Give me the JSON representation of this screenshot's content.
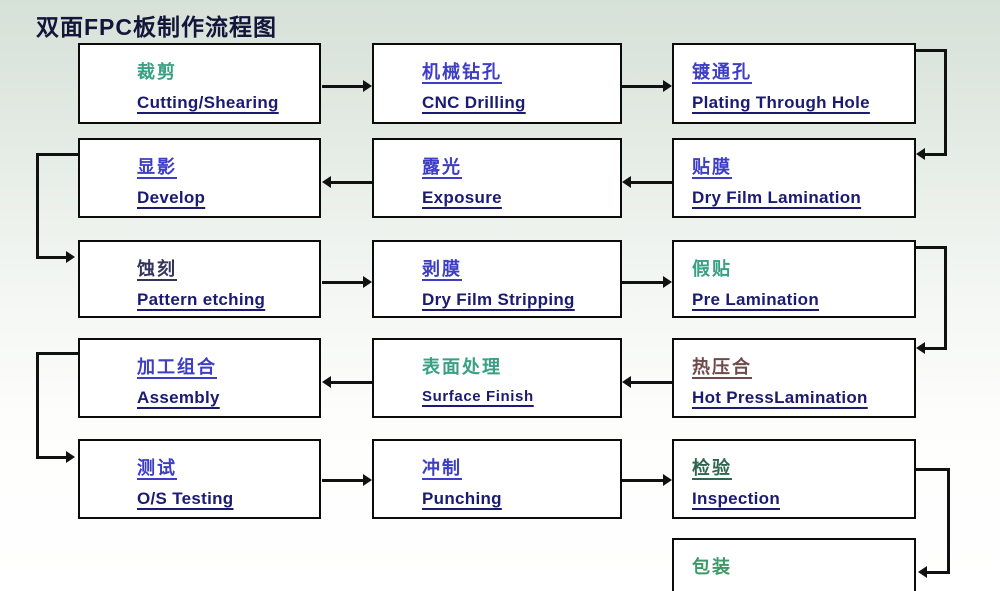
{
  "title": "双面FPC板制作流程图",
  "colors": {
    "title_text": "#15153a",
    "english_text": "#1b1b72",
    "box_border": "#0b0b0b",
    "connector": "#111111",
    "zh_blue": "#3e3ec4",
    "zh_teal": "#38a083",
    "zh_dark_navy": "#33335c",
    "zh_maroon": "#6f4a4a",
    "zh_dark_green": "#2e6650",
    "zh_green": "#3d9a66"
  },
  "boxes": [
    {
      "zh": "裁剪",
      "en": "Cutting/Shearing",
      "zh_color": "#38a083"
    },
    {
      "zh": "机械钻孔",
      "en": "CNC Drilling",
      "zh_color": "#3e3ec4"
    },
    {
      "zh": "镀通孔",
      "en": "Plating Through Hole",
      "zh_color": "#3e3ec4"
    },
    {
      "zh": "显影",
      "en": "Develop",
      "zh_color": "#3e3ec4"
    },
    {
      "zh": "露光",
      "en": "Exposure",
      "zh_color": "#3e3ec4"
    },
    {
      "zh": "贴膜",
      "en": "Dry Film Lamination",
      "zh_color": "#3e3ec4"
    },
    {
      "zh": "蚀刻",
      "en": "Pattern etching",
      "zh_color": "#33335c"
    },
    {
      "zh": "剥膜",
      "en": "Dry Film Stripping",
      "zh_color": "#3e3ec4"
    },
    {
      "zh": "假贴",
      "en": "Pre Lamination",
      "zh_color": "#38a083"
    },
    {
      "zh": "加工组合",
      "en": "Assembly",
      "zh_color": "#3e3ec4"
    },
    {
      "zh": "表面处理",
      "en": "Surface  Finish",
      "zh_color": "#38a083"
    },
    {
      "zh": "热压合",
      "en": "Hot PressLamination",
      "zh_color": "#6f4a4a"
    },
    {
      "zh": "测试",
      "en": "O/S Testing",
      "zh_color": "#3e3ec4"
    },
    {
      "zh": "冲制",
      "en": "Punching",
      "zh_color": "#3e3ec4"
    },
    {
      "zh": "检验",
      "en": "Inspection",
      "zh_color": "#2e6650"
    },
    {
      "zh": "包装",
      "en": "",
      "zh_color": "#3d9a66"
    }
  ]
}
